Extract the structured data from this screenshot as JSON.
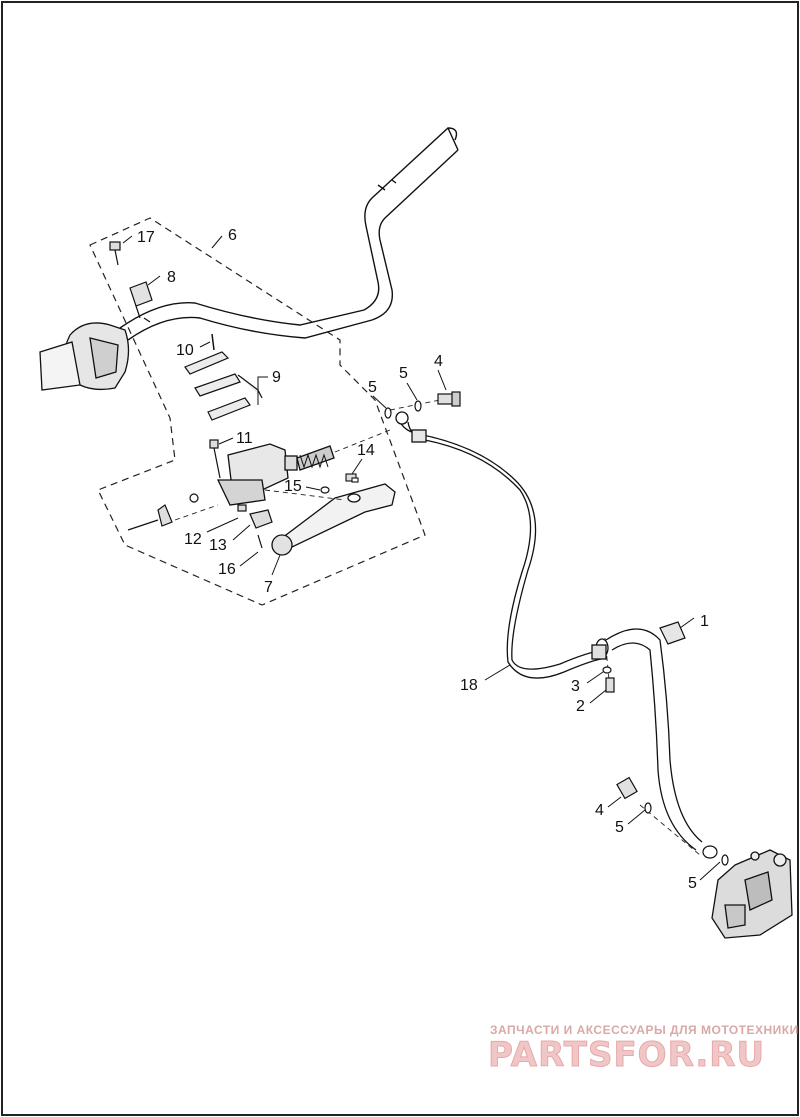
{
  "diagram": {
    "callouts": [
      {
        "id": "c1",
        "label": "1"
      },
      {
        "id": "c2",
        "label": "2"
      },
      {
        "id": "c3",
        "label": "3"
      },
      {
        "id": "c4a",
        "label": "4"
      },
      {
        "id": "c4b",
        "label": "4"
      },
      {
        "id": "c5a",
        "label": "5"
      },
      {
        "id": "c5b",
        "label": "5"
      },
      {
        "id": "c5c",
        "label": "5"
      },
      {
        "id": "c5d",
        "label": "5"
      },
      {
        "id": "c6",
        "label": "6"
      },
      {
        "id": "c7",
        "label": "7"
      },
      {
        "id": "c8",
        "label": "8"
      },
      {
        "id": "c9",
        "label": "9"
      },
      {
        "id": "c10",
        "label": "10"
      },
      {
        "id": "c11",
        "label": "11"
      },
      {
        "id": "c12",
        "label": "12"
      },
      {
        "id": "c13",
        "label": "13"
      },
      {
        "id": "c14",
        "label": "14"
      },
      {
        "id": "c15",
        "label": "15"
      },
      {
        "id": "c16",
        "label": "16"
      },
      {
        "id": "c17",
        "label": "17"
      },
      {
        "id": "c18",
        "label": "18"
      }
    ]
  },
  "watermark": {
    "tagline": "ЗАПЧАСТИ И АКСЕССУАРЫ ДЛЯ МОТОТЕХНИКИ",
    "logo": "PARTSFOR.RU"
  },
  "colors": {
    "line": "#111111",
    "watermark_text": "#d9a8a8",
    "watermark_logo": "#f1c6c6"
  }
}
